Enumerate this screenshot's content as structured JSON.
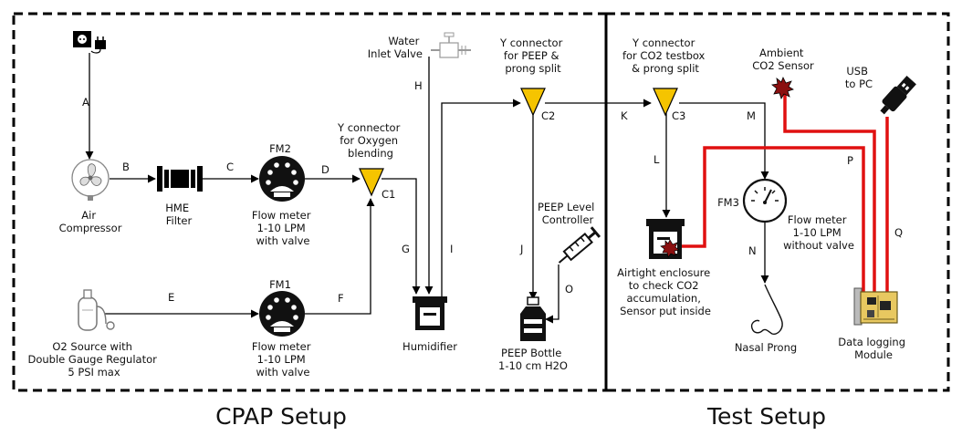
{
  "sections": {
    "cpap": "CPAP Setup",
    "test": "Test Setup"
  },
  "components": {
    "air_compressor": [
      "Air",
      "Compressor"
    ],
    "hme_filter": [
      "HME",
      "Filter"
    ],
    "fm2_tag": "FM2",
    "fm2_label": [
      "Flow meter",
      "1-10 LPM",
      "with valve"
    ],
    "fm1_tag": "FM1",
    "fm1_label": [
      "Flow meter",
      "1-10 LPM",
      "with valve"
    ],
    "o2_source": [
      "O2 Source with",
      "Double Gauge Regulator",
      "5 PSI max"
    ],
    "c1_label": [
      "Y connector",
      "for Oxygen",
      "blending"
    ],
    "c1_tag": "C1",
    "water_valve": [
      "Water",
      "Inlet Valve"
    ],
    "humidifier": "Humidifier",
    "c2_label": [
      "Y connector",
      "for PEEP &",
      "prong split"
    ],
    "c2_tag": "C2",
    "peep_controller": [
      "PEEP Level",
      "Controller"
    ],
    "peep_bottle": [
      "PEEP Bottle",
      "1-10 cm H2O"
    ],
    "c3_label": [
      "Y connector",
      "for CO2 testbox",
      "& prong split"
    ],
    "c3_tag": "C3",
    "ambient_sensor": [
      "Ambient",
      "CO2 Sensor"
    ],
    "usb": [
      "USB",
      "to PC"
    ],
    "fm3_tag": "FM3",
    "fm3_label": [
      "Flow meter",
      "1-10 LPM",
      "without valve"
    ],
    "enclosure": [
      "Airtight enclosure",
      "to check CO2",
      "accumulation,",
      "Sensor put inside"
    ],
    "nasal_prong": "Nasal Prong",
    "data_logger": [
      "Data logging",
      "Module"
    ]
  },
  "edges": [
    "A",
    "B",
    "C",
    "D",
    "E",
    "F",
    "G",
    "H",
    "I",
    "J",
    "K",
    "L",
    "M",
    "N",
    "O",
    "P",
    "Q"
  ],
  "colors": {
    "connector_fill": "#f5c400",
    "sensor_wire": "#e01010",
    "sensor_fill": "#8b1010",
    "board_fill": "#e8c860"
  }
}
